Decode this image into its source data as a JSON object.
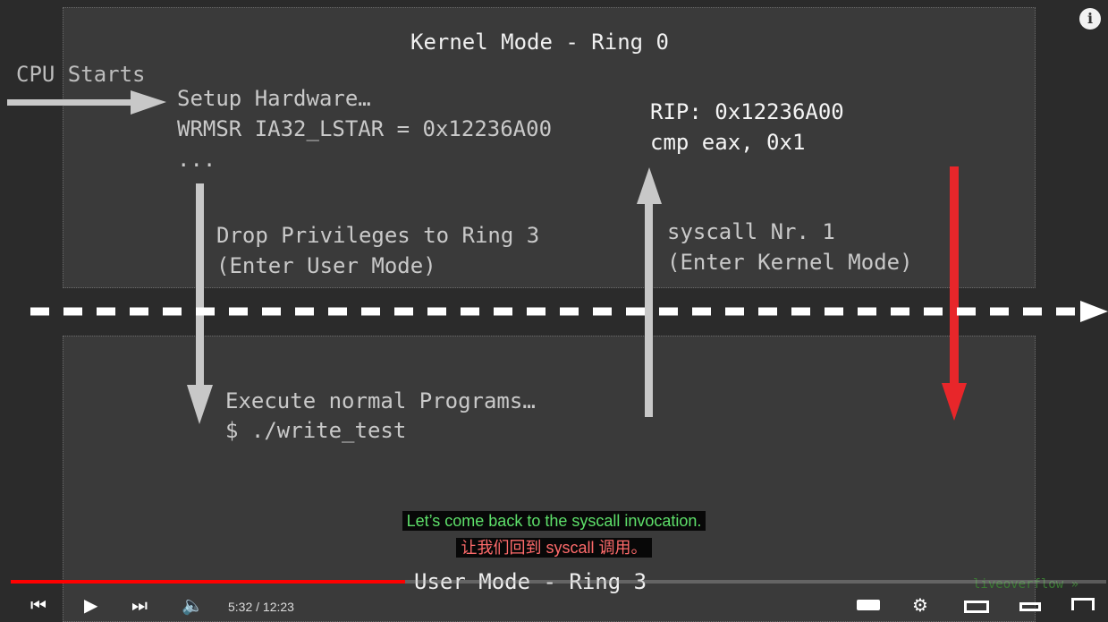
{
  "slide": {
    "kernel_title": "Kernel Mode - Ring 0",
    "user_title": "User Mode - Ring 3",
    "cpu_starts": "CPU Starts",
    "setup_lines": [
      "Setup Hardware…",
      "WRMSR IA32_LSTAR = 0x12236A00",
      "..."
    ],
    "drop_lines": [
      "Drop Privileges to Ring 3",
      "(Enter User Mode)"
    ],
    "rip_lines": [
      "RIP: 0x12236A00",
      "cmp eax, 0x1"
    ],
    "syscall_lines": [
      "syscall Nr. 1",
      "(Enter Kernel Mode)"
    ],
    "exec_lines": [
      "Execute normal Programs…",
      "$ ./write_test"
    ]
  },
  "subtitles": {
    "english": "Let’s come back to the syscall invocation.",
    "chinese": "让我们回到 syscall 调用。"
  },
  "player": {
    "info_icon": "i",
    "time": "5:32 / 12:23",
    "progress_percent": 36,
    "watermark": "liveoverflow »",
    "colors": {
      "progress": "#ff0000",
      "red_arrow": "#e8262a",
      "arrow_gray": "#c8c8c8"
    }
  }
}
